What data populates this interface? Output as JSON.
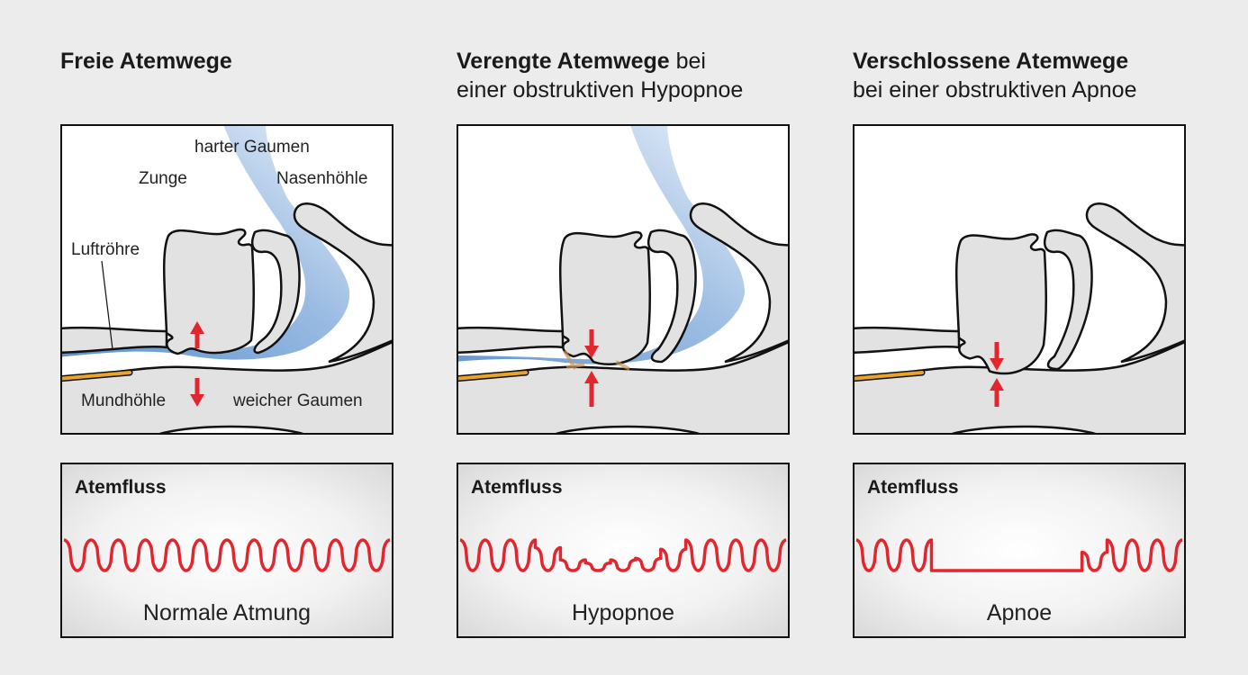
{
  "colors": {
    "background": "#ececec",
    "airflow": "#4a86c8",
    "arrow": "#e3262d",
    "wave": "#e3262d",
    "tube": "#e8a32a",
    "tissue": "#e2e2e2"
  },
  "panels": [
    {
      "title_bold": "Freie Atemwege",
      "title_normal": "",
      "title_line2": "",
      "labels": {
        "hard_palate": "harter Gaumen",
        "tongue": "Zunge",
        "nasal_cavity": "Nasenhöhle",
        "trachea": "Luftröhre",
        "oral_cavity": "Mundhöhle",
        "soft_palate": "weicher Gaumen"
      },
      "flow_title": "Atemfluss",
      "flow_label": "Normale Atmung",
      "waveform": [
        1,
        1,
        1,
        1,
        1,
        1,
        1,
        1,
        1,
        1,
        1,
        1
      ]
    },
    {
      "title_bold": "Verengte Atemwege",
      "title_normal": " bei",
      "title_line2": "einer obstruktiven Hypopnoe",
      "flow_title": "Atemfluss",
      "flow_label": "Hypopnoe",
      "waveform": [
        1,
        1,
        1,
        0.75,
        0.35,
        0.25,
        0.35,
        0.4,
        0.7,
        1,
        1,
        1,
        1
      ]
    },
    {
      "title_bold": "Verschlossene Atemwege",
      "title_normal": "",
      "title_line2": "bei einer obstruktiven Apnoe",
      "flow_title": "Atemfluss",
      "flow_label": "Apnoe",
      "waveform": [
        1,
        1,
        1,
        0,
        0,
        0,
        0,
        0,
        0,
        0.6,
        1,
        1,
        1
      ]
    }
  ]
}
